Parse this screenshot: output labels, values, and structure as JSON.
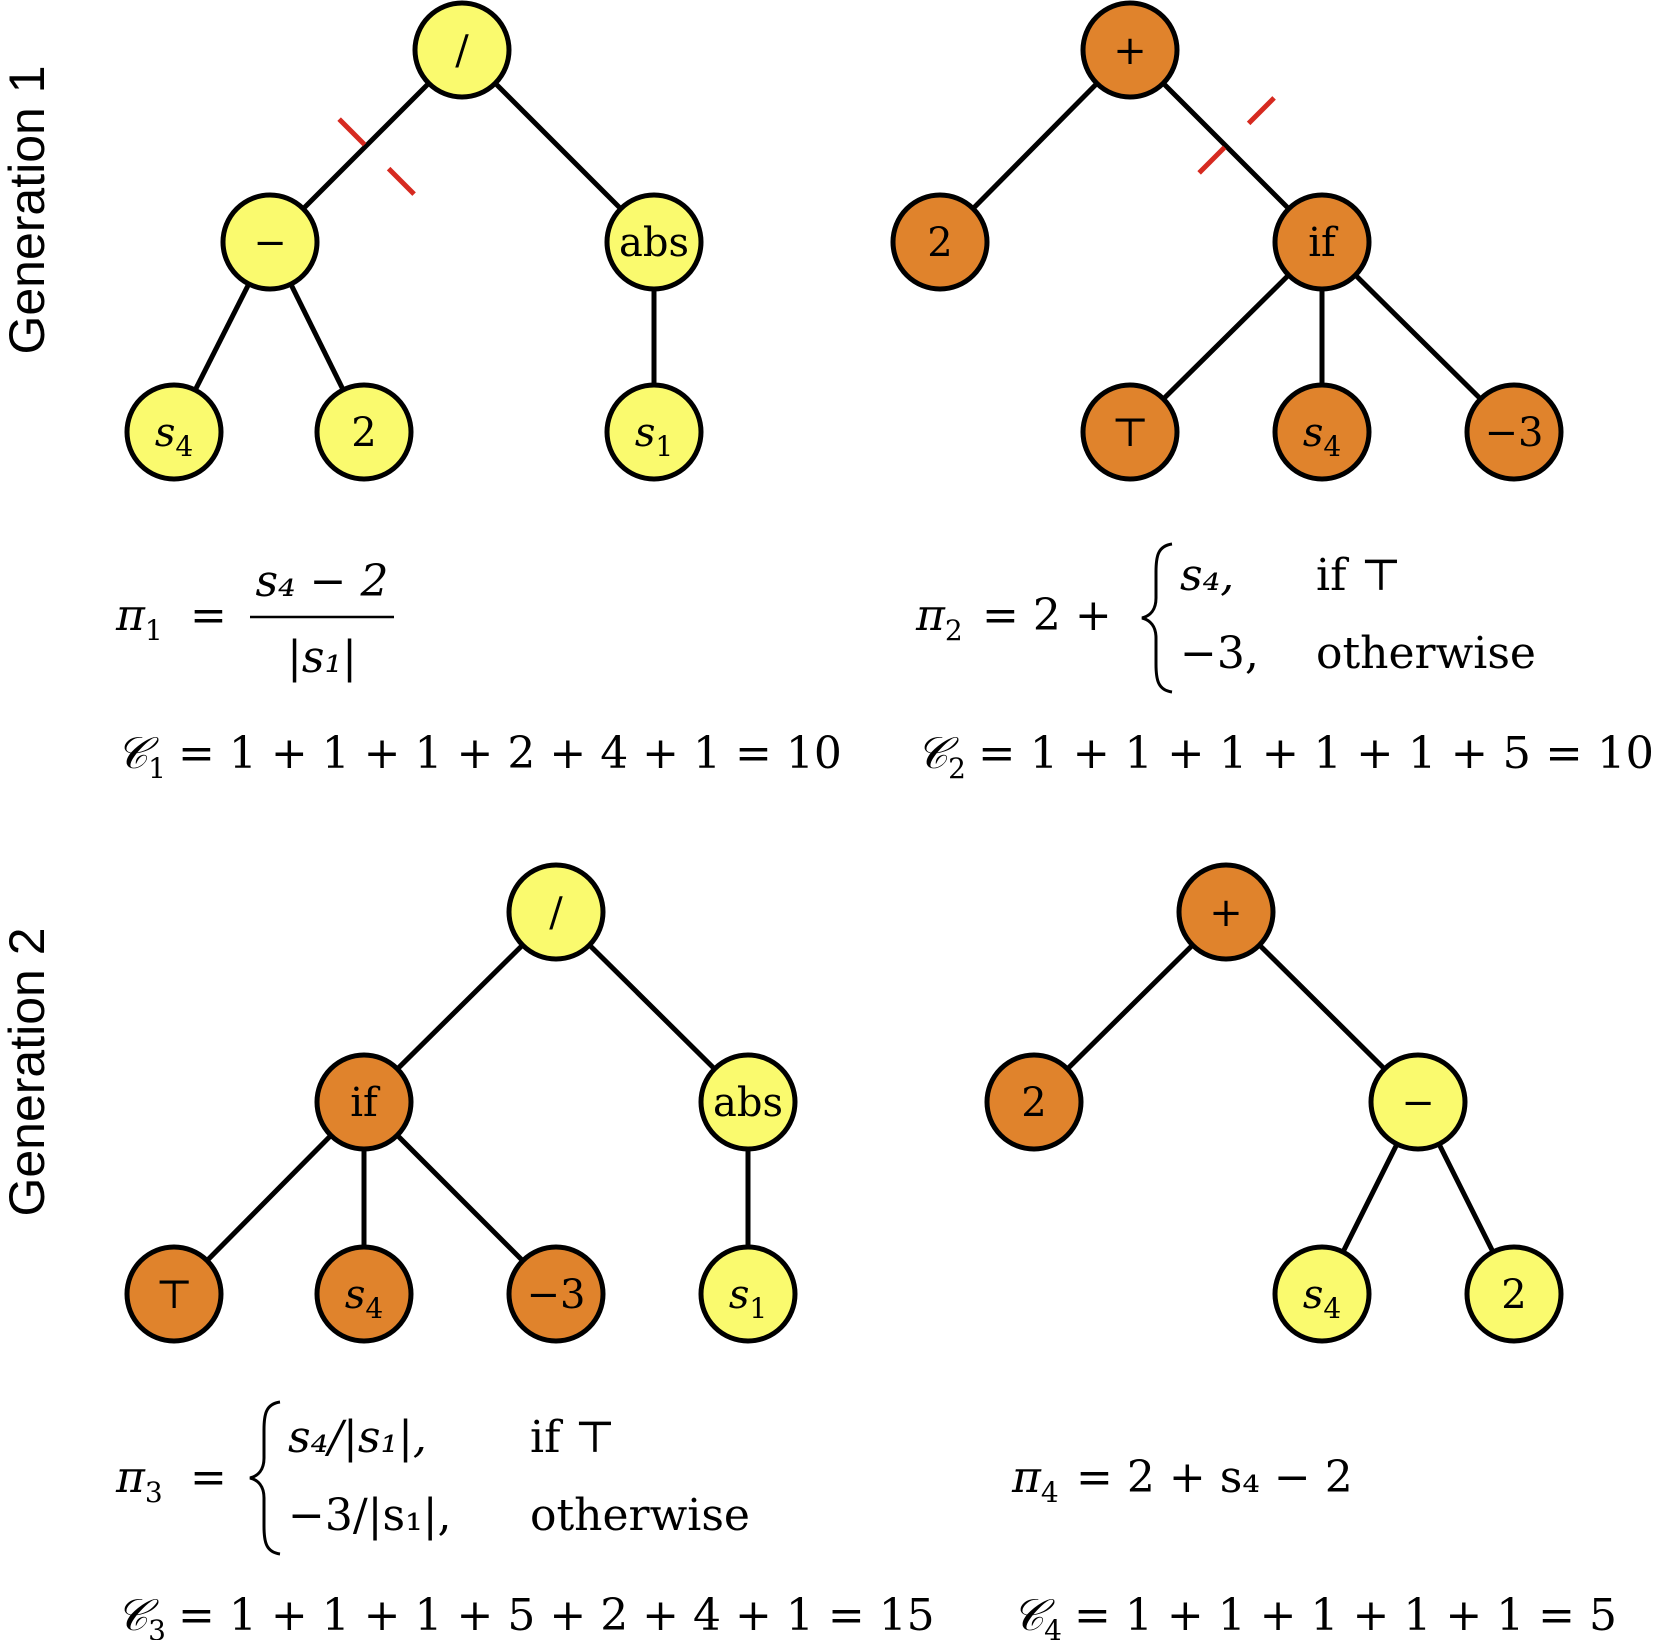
{
  "colors": {
    "yellow": "#fafa6e",
    "orange": "#e0832c",
    "cut": "#d62a20",
    "edge": "#000000"
  },
  "generations": [
    "Generation 1",
    "Generation 2"
  ],
  "nodes": {
    "g1l_root": {
      "label": "/",
      "color": "yellow"
    },
    "g1l_minus": {
      "label": "−",
      "color": "yellow"
    },
    "g1l_abs": {
      "label": "abs",
      "color": "yellow"
    },
    "g1l_s4": {
      "label": "s",
      "sub": "4",
      "italic": true,
      "color": "yellow"
    },
    "g1l_2": {
      "label": "2",
      "color": "yellow"
    },
    "g1l_s1": {
      "label": "s",
      "sub": "1",
      "italic": true,
      "color": "yellow"
    },
    "g1r_root": {
      "label": "+",
      "color": "orange"
    },
    "g1r_2": {
      "label": "2",
      "color": "orange"
    },
    "g1r_if": {
      "label": "if",
      "color": "orange"
    },
    "g1r_top": {
      "label": "⊤",
      "color": "orange"
    },
    "g1r_s4": {
      "label": "s",
      "sub": "4",
      "italic": true,
      "color": "orange"
    },
    "g1r_m3": {
      "label": "−3",
      "color": "orange"
    },
    "g2l_root": {
      "label": "/",
      "color": "yellow"
    },
    "g2l_if": {
      "label": "if",
      "color": "orange"
    },
    "g2l_abs": {
      "label": "abs",
      "color": "yellow"
    },
    "g2l_top": {
      "label": "⊤",
      "color": "orange"
    },
    "g2l_s4": {
      "label": "s",
      "sub": "4",
      "italic": true,
      "color": "orange"
    },
    "g2l_m3": {
      "label": "−3",
      "color": "orange"
    },
    "g2l_s1": {
      "label": "s",
      "sub": "1",
      "italic": true,
      "color": "yellow"
    },
    "g2r_root": {
      "label": "+",
      "color": "orange"
    },
    "g2r_2": {
      "label": "2",
      "color": "orange"
    },
    "g2r_minus": {
      "label": "−",
      "color": "yellow"
    },
    "g2r_s4": {
      "label": "s",
      "sub": "4",
      "italic": true,
      "color": "yellow"
    },
    "g2r_2b": {
      "label": "2",
      "color": "yellow"
    }
  },
  "edges": [
    [
      "g1l_root",
      "g1l_minus"
    ],
    [
      "g1l_root",
      "g1l_abs"
    ],
    [
      "g1l_minus",
      "g1l_s4"
    ],
    [
      "g1l_minus",
      "g1l_2"
    ],
    [
      "g1l_abs",
      "g1l_s1"
    ],
    [
      "g1r_root",
      "g1r_2"
    ],
    [
      "g1r_root",
      "g1r_if"
    ],
    [
      "g1r_if",
      "g1r_top"
    ],
    [
      "g1r_if",
      "g1r_s4"
    ],
    [
      "g1r_if",
      "g1r_m3"
    ],
    [
      "g2l_root",
      "g2l_if"
    ],
    [
      "g2l_root",
      "g2l_abs"
    ],
    [
      "g2l_if",
      "g2l_top"
    ],
    [
      "g2l_if",
      "g2l_s4"
    ],
    [
      "g2l_if",
      "g2l_m3"
    ],
    [
      "g2l_abs",
      "g2l_s1"
    ],
    [
      "g2r_root",
      "g2r_2"
    ],
    [
      "g2r_root",
      "g2r_minus"
    ],
    [
      "g2r_minus",
      "g2r_s4"
    ],
    [
      "g2r_minus",
      "g2r_2b"
    ]
  ],
  "cuts": [
    {
      "edge": [
        "g1l_root",
        "g1l_minus"
      ]
    },
    {
      "edge": [
        "g1r_root",
        "g1r_if"
      ]
    }
  ],
  "formulas": {
    "pi1": {
      "lhs": "π",
      "lhs_sub": "1",
      "numerator": "s₄ − 2",
      "denominator": "|s₁|"
    },
    "pi2": {
      "lhs": "π",
      "lhs_sub": "2",
      "prefix": "= 2 +",
      "case1_val": "s₄,",
      "case1_cond": "if ⊤",
      "case2_val": "−3,",
      "case2_cond": "otherwise"
    },
    "pi3": {
      "lhs": "π",
      "lhs_sub": "3",
      "prefix": "=",
      "case1_val": "s₄/|s₁|,",
      "case1_cond": "if ⊤",
      "case2_val": "−3/|s₁|,",
      "case2_cond": "otherwise"
    },
    "pi4": {
      "lhs": "π",
      "lhs_sub": "4",
      "rhs": "= 2 + s₄ − 2"
    },
    "c1": {
      "lhs": "𝒞",
      "lhs_sub": "1",
      "rhs": "= 1 + 1 + 1 + 2 + 4 + 1 = 10"
    },
    "c2": {
      "lhs": "𝒞",
      "lhs_sub": "2",
      "rhs": "= 1 + 1 + 1 + 1 + 1 + 5 = 10"
    },
    "c3": {
      "lhs": "𝒞",
      "lhs_sub": "3",
      "rhs": "= 1 + 1 + 1 + 5 + 2 + 4 + 1 = 15"
    },
    "c4": {
      "lhs": "𝒞",
      "lhs_sub": "4",
      "rhs": "= 1 + 1 + 1 + 1 + 1 = 5"
    }
  }
}
